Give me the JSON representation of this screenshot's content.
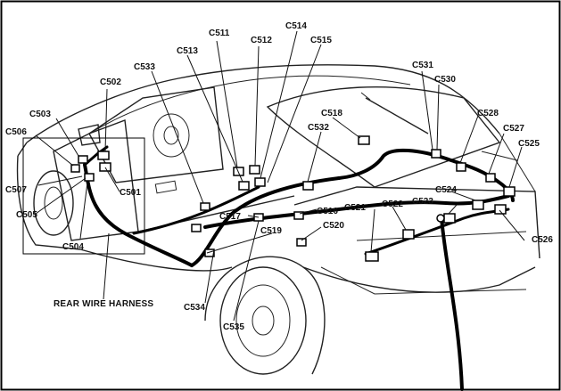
{
  "labels": {
    "c501": "C501",
    "c502": "C502",
    "c503": "C503",
    "c504": "C504",
    "c505": "C505",
    "c506": "C506",
    "c507": "C507",
    "c511": "C511",
    "c512": "C512",
    "c513": "C513",
    "c514": "C514",
    "c515": "C515",
    "c516": "C516",
    "c517": "C517",
    "c518": "C518",
    "c519": "C519",
    "c520": "C520",
    "c521": "C521",
    "c522": "C522",
    "c523": "C523",
    "c524": "C524",
    "c525": "C525",
    "c526": "C526",
    "c527": "C527",
    "c528": "C528",
    "c530": "C530",
    "c531": "C531",
    "c532": "C532",
    "c533": "C533",
    "c534": "C534",
    "c535": "C535",
    "rear_wire_harness": "REAR WIRE HARNESS"
  }
}
